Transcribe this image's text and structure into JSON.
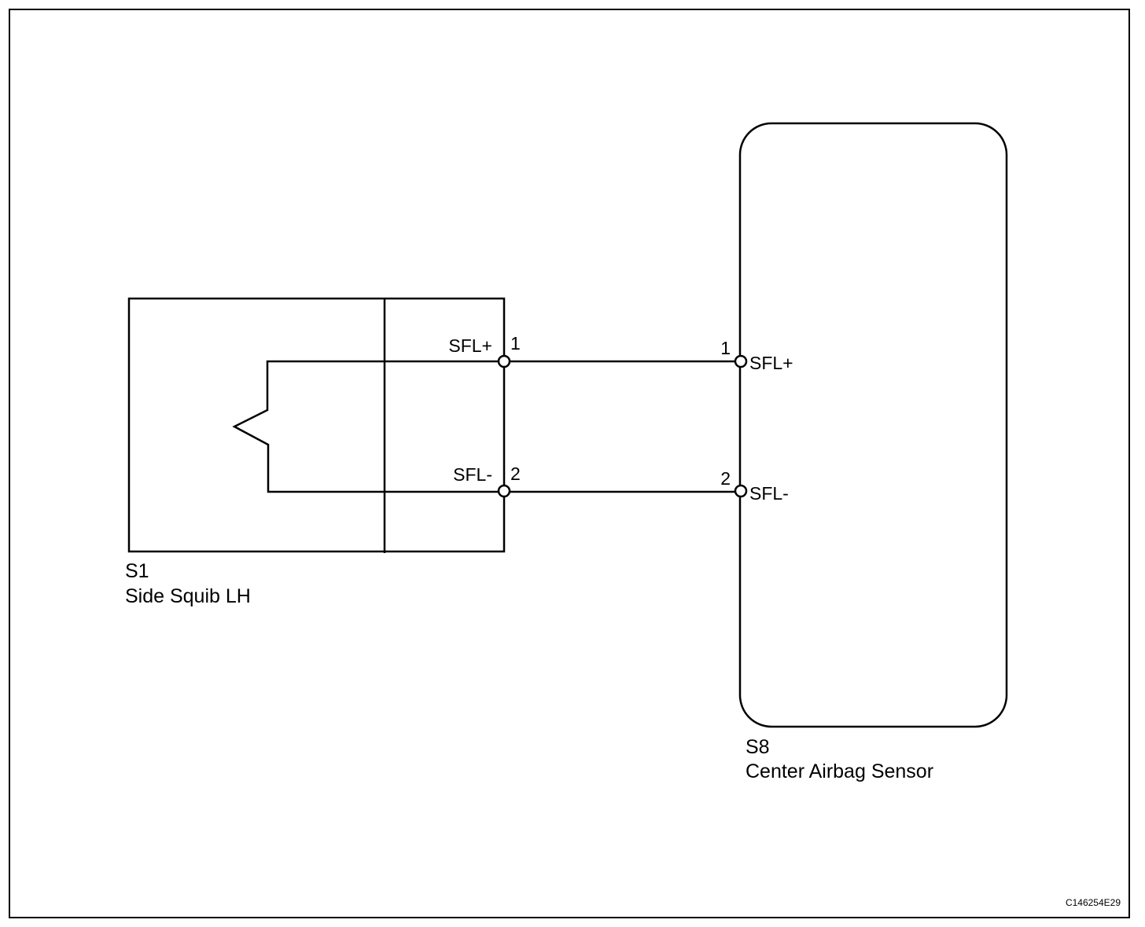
{
  "diagram": {
    "components": {
      "s1": {
        "code": "S1",
        "name": "Side Squib LH"
      },
      "s8": {
        "code": "S8",
        "name": "Center Airbag Sensor"
      }
    },
    "s1_pins": {
      "pin1": {
        "number": "1",
        "signal": "SFL+"
      },
      "pin2": {
        "number": "2",
        "signal": "SFL-"
      }
    },
    "s8_pins": {
      "pin1": {
        "number": "1",
        "signal": "SFL+"
      },
      "pin2": {
        "number": "2",
        "signal": "SFL-"
      }
    },
    "figure_code": "C146254E29"
  }
}
